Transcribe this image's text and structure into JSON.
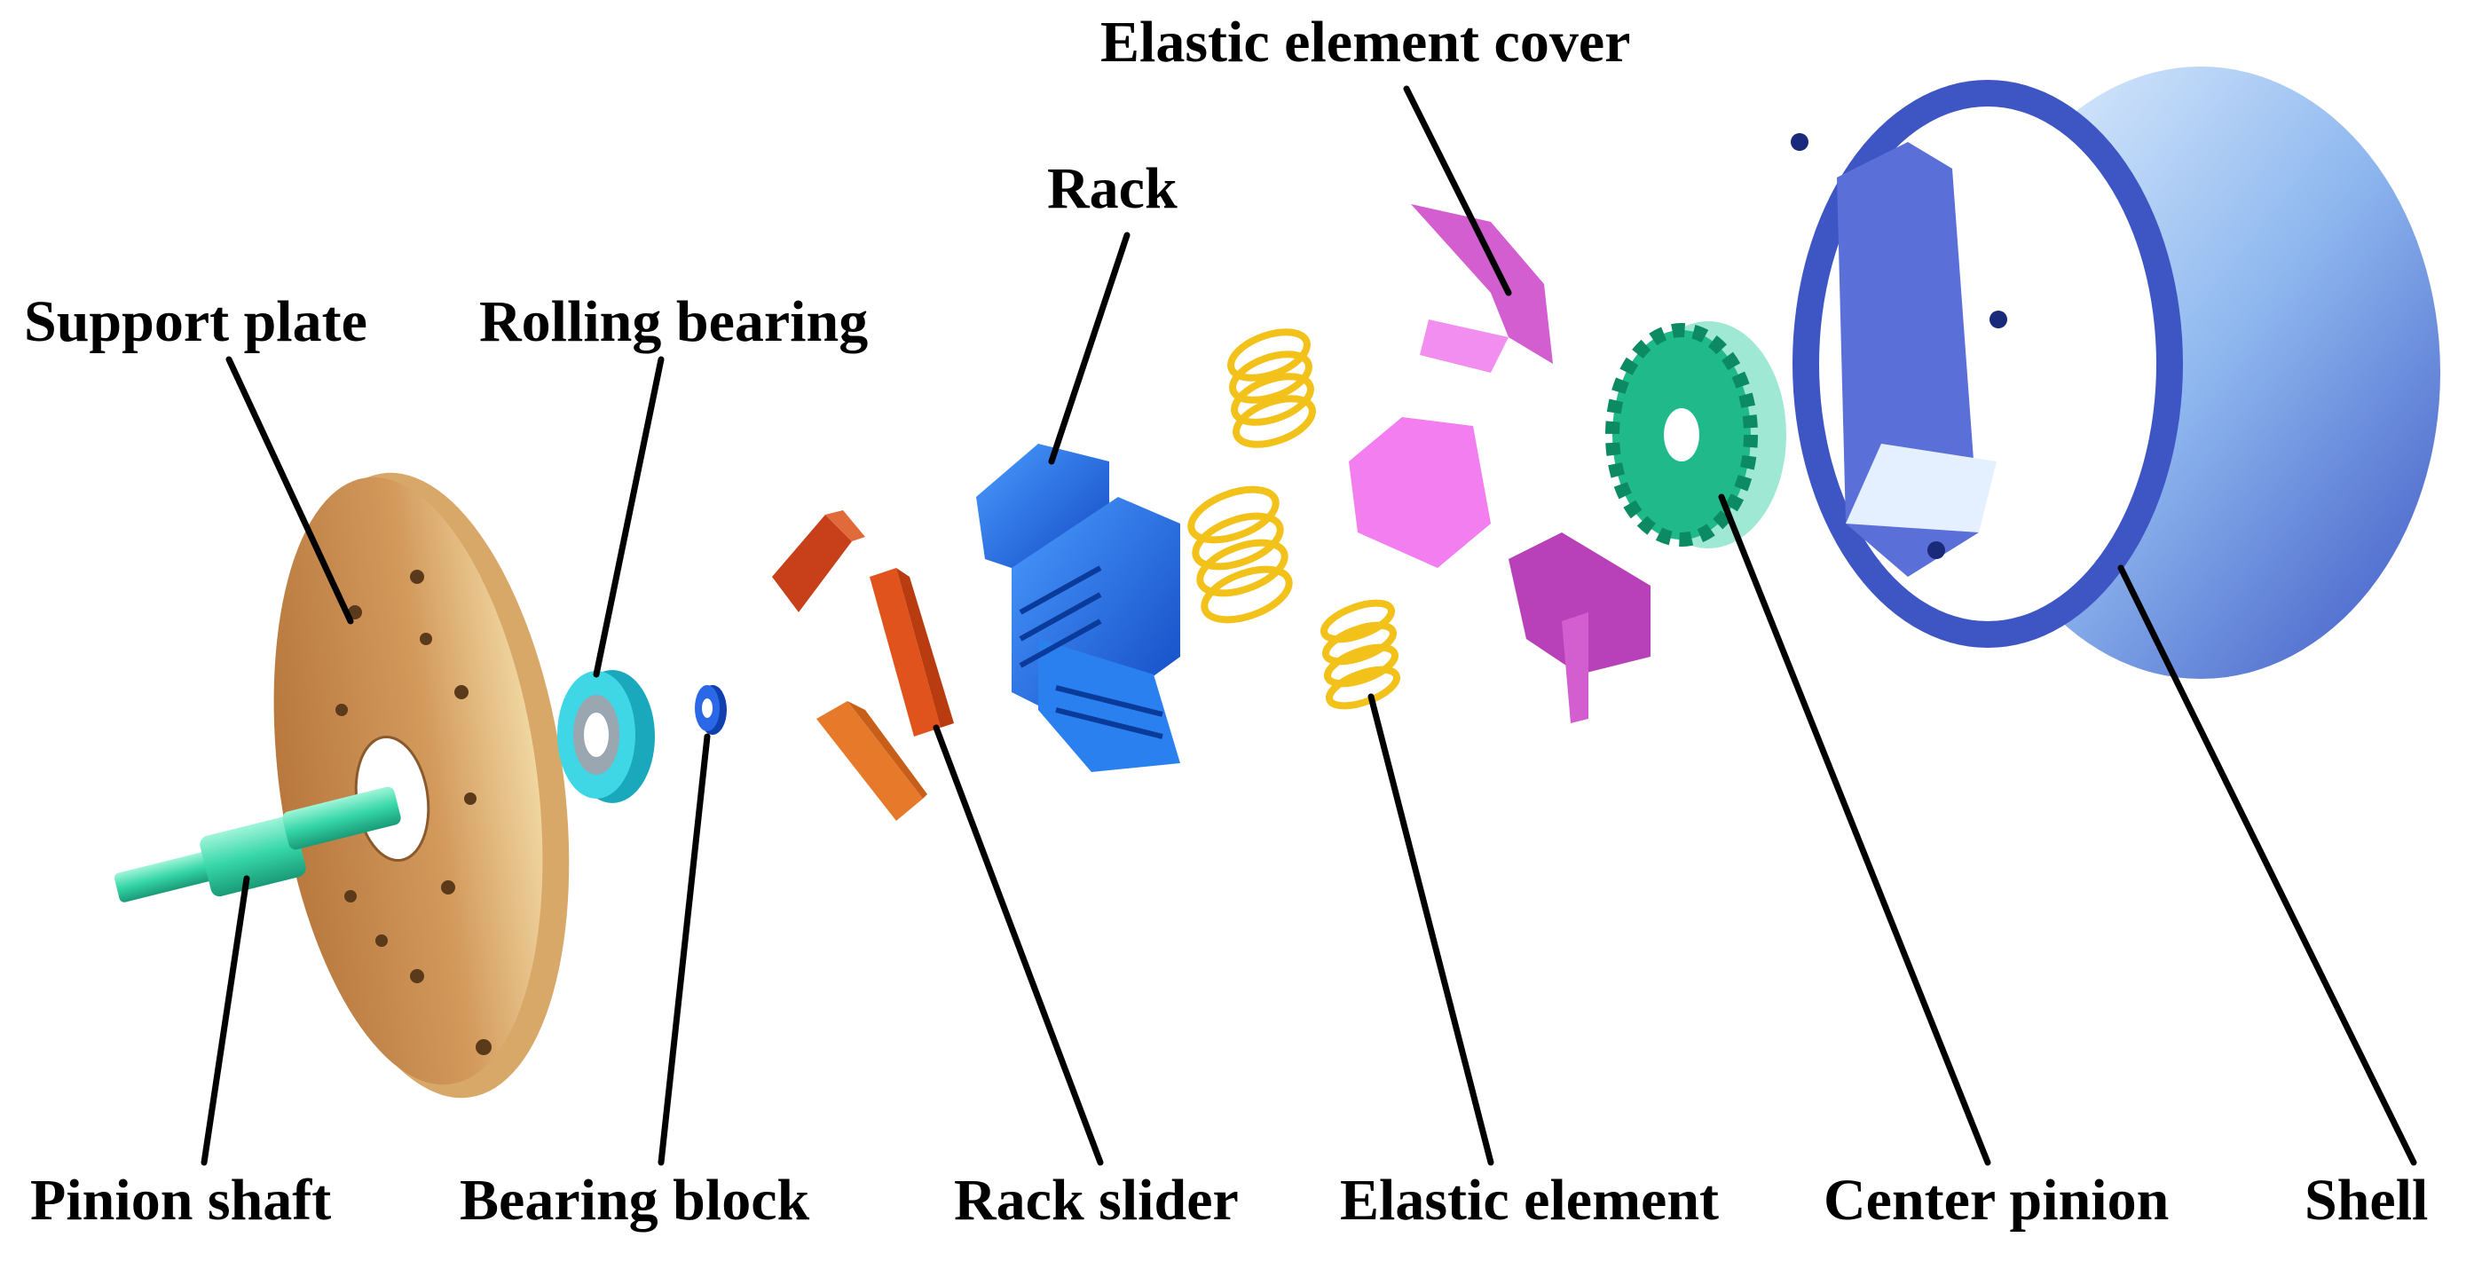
{
  "labels": {
    "support_plate": "Support plate",
    "rolling_bearing": "Rolling bearing",
    "rack": "Rack",
    "elastic_element_cover": "Elastic element cover",
    "pinion_shaft": "Pinion shaft",
    "bearing_block": "Bearing block",
    "rack_slider": "Rack slider",
    "elastic_element": "Elastic element",
    "center_pinion": "Center pinion",
    "shell": "Shell"
  },
  "colors": {
    "support_plate": "#c98a4e",
    "pinion_shaft": "#35d6a8",
    "rolling_bearing": "#22c4d6",
    "bearing_block": "#1d4fd1",
    "rack_slider": "#e0531c",
    "rack": "#1d6fe0",
    "elastic_element": "#f2c21a",
    "elastic_element_cover": "#e86ce0",
    "center_pinion": "#1fb98a",
    "shell": "#3d56c4"
  }
}
